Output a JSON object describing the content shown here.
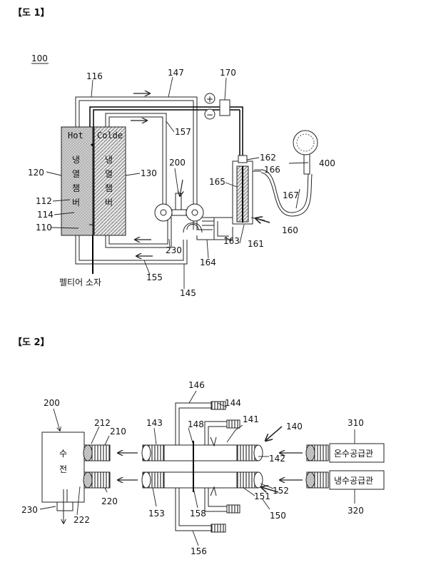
{
  "fig1": {
    "title": "【도 1】",
    "system_label": "100",
    "hot_label": "Hot",
    "cold_label": "Colde",
    "hot_chamber_text": [
      "냉",
      "열",
      "챔",
      "버"
    ],
    "cold_chamber_text": [
      "냉",
      "열",
      "챔",
      "버"
    ],
    "peltier_label": "펠티어 소자",
    "plus_symbol": "+",
    "minus_symbol": "−",
    "refs": {
      "r116": "116",
      "r147": "147",
      "r170": "170",
      "r157": "157",
      "r120": "120",
      "r130": "130",
      "r200": "200",
      "r112": "112",
      "r114": "114",
      "r110": "110",
      "r162": "162",
      "r166": "166",
      "r165": "165",
      "r400": "400",
      "r167": "167",
      "r160": "160",
      "r161": "161",
      "r163": "163",
      "r230": "230",
      "r164": "164",
      "r155": "155",
      "r145": "145"
    }
  },
  "fig2": {
    "title": "【도 2】",
    "faucet_text": [
      "수",
      "전"
    ],
    "hot_supply_label": "온수공급관",
    "cold_supply_label": "냉수공급관",
    "refs": {
      "r200": "200",
      "r212": "212",
      "r210": "210",
      "r220": "220",
      "r222": "222",
      "r230": "230",
      "r146": "146",
      "r144": "144",
      "r141": "141",
      "r143": "143",
      "r148": "148",
      "r140": "140",
      "r142": "142",
      "r152": "152",
      "r151": "151",
      "r153": "153",
      "r158": "158",
      "r150": "150",
      "r156": "156",
      "r310": "310",
      "r320": "320"
    }
  }
}
